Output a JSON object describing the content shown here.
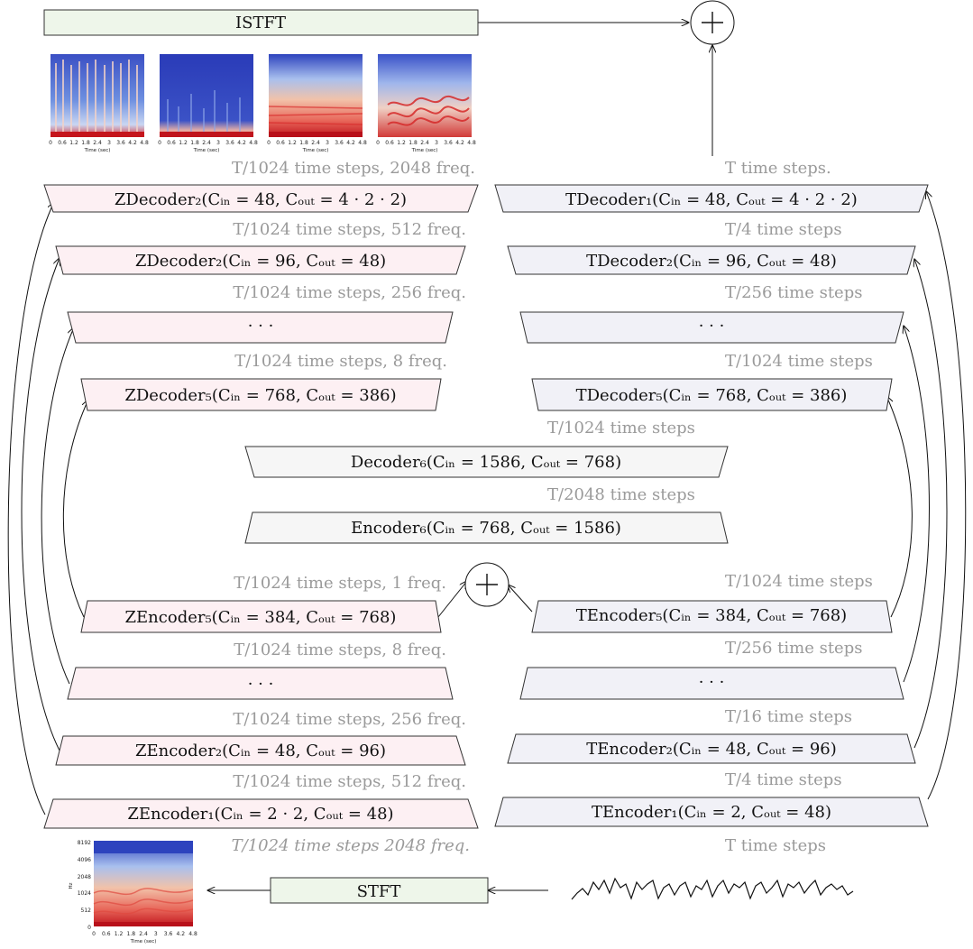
{
  "colors": {
    "stft_fill": "#eef6ea",
    "z_fill": "#fdf0f3",
    "t_fill": "#f1f1f7",
    "mid_fill": "#f6f6f6",
    "note_text": "#9a9a9a",
    "line": "#111111"
  },
  "blocks": {
    "istft": "ISTFT",
    "stft": "STFT",
    "zdec1": "ZDecoder₂(Cᵢₙ = 48, Cₒᵤₜ = 4 · 2 · 2)",
    "zdec2": "ZDecoder₂(Cᵢₙ = 96, Cₒᵤₜ = 48)",
    "zdec_dots": "· · ·",
    "zdec5": "ZDecoder₅(Cᵢₙ = 768, Cₒᵤₜ = 386)",
    "tdec1": "TDecoder₁(Cᵢₙ = 48, Cₒᵤₜ = 4 · 2 · 2)",
    "tdec2": "TDecoder₂(Cᵢₙ = 96, Cₒᵤₜ = 48)",
    "tdec_dots": "· · ·",
    "tdec5": "TDecoder₅(Cᵢₙ = 768, Cₒᵤₜ = 386)",
    "dec6": "Decoder₆(Cᵢₙ = 1586, Cₒᵤₜ = 768)",
    "enc6": "Encoder₆(Cᵢₙ = 768, Cₒᵤₜ = 1586)",
    "zenc5": "ZEncoder₅(Cᵢₙ = 384, Cₒᵤₜ = 768)",
    "zenc_dots": "· · ·",
    "zenc2": "ZEncoder₂(Cᵢₙ = 48, Cₒᵤₜ = 96)",
    "zenc1": "ZEncoder₁(Cᵢₙ = 2 · 2, Cₒᵤₜ = 48)",
    "tenc5": "TEncoder₅(Cᵢₙ = 384, Cₒᵤₜ = 768)",
    "tenc_dots": "· · ·",
    "tenc2": "TEncoder₂(Cᵢₙ = 48, Cₒᵤₜ = 96)",
    "tenc1": "TEncoder₁(Cᵢₙ = 2, Cₒᵤₜ = 48)"
  },
  "notes": {
    "z_top": "T/1024 time steps, 2048 freq.",
    "z_512": "T/1024 time steps, 512 freq.",
    "z_256": "T/1024 time steps, 256 freq.",
    "z_8": "T/1024 time steps, 8 freq.",
    "t_top": "T time steps.",
    "t_4": "T/4 time steps",
    "t_256": "T/256 time steps",
    "t_1024": "T/1024 time steps",
    "mid_1024": "T/1024 time steps",
    "mid_2048": "T/2048 time steps",
    "z_1freq": "T/1024 time steps, 1 freq.",
    "t_1024b": "T/1024 time steps",
    "z_8b": "T/1024 time steps, 8 freq.",
    "t_256b": "T/256 time steps",
    "z_256b": "T/1024 time steps, 256 freq.",
    "t_16": "T/16 time steps",
    "z_512b": "T/1024 time steps, 512 freq.",
    "t_4b": "T/4 time steps",
    "z_input": "T/1024 time steps 2048 freq.",
    "t_input": "T time steps"
  },
  "spectrogram_axis": {
    "x_ticks": [
      "0",
      "0.6",
      "1.2",
      "1.8",
      "2.4",
      "3",
      "3.6",
      "4.2",
      "4.8"
    ],
    "x_label": "Time (sec)",
    "y_ticks": [
      "8192",
      "4096",
      "2048",
      "1024",
      "512",
      "0"
    ],
    "y_label": "Hz"
  }
}
